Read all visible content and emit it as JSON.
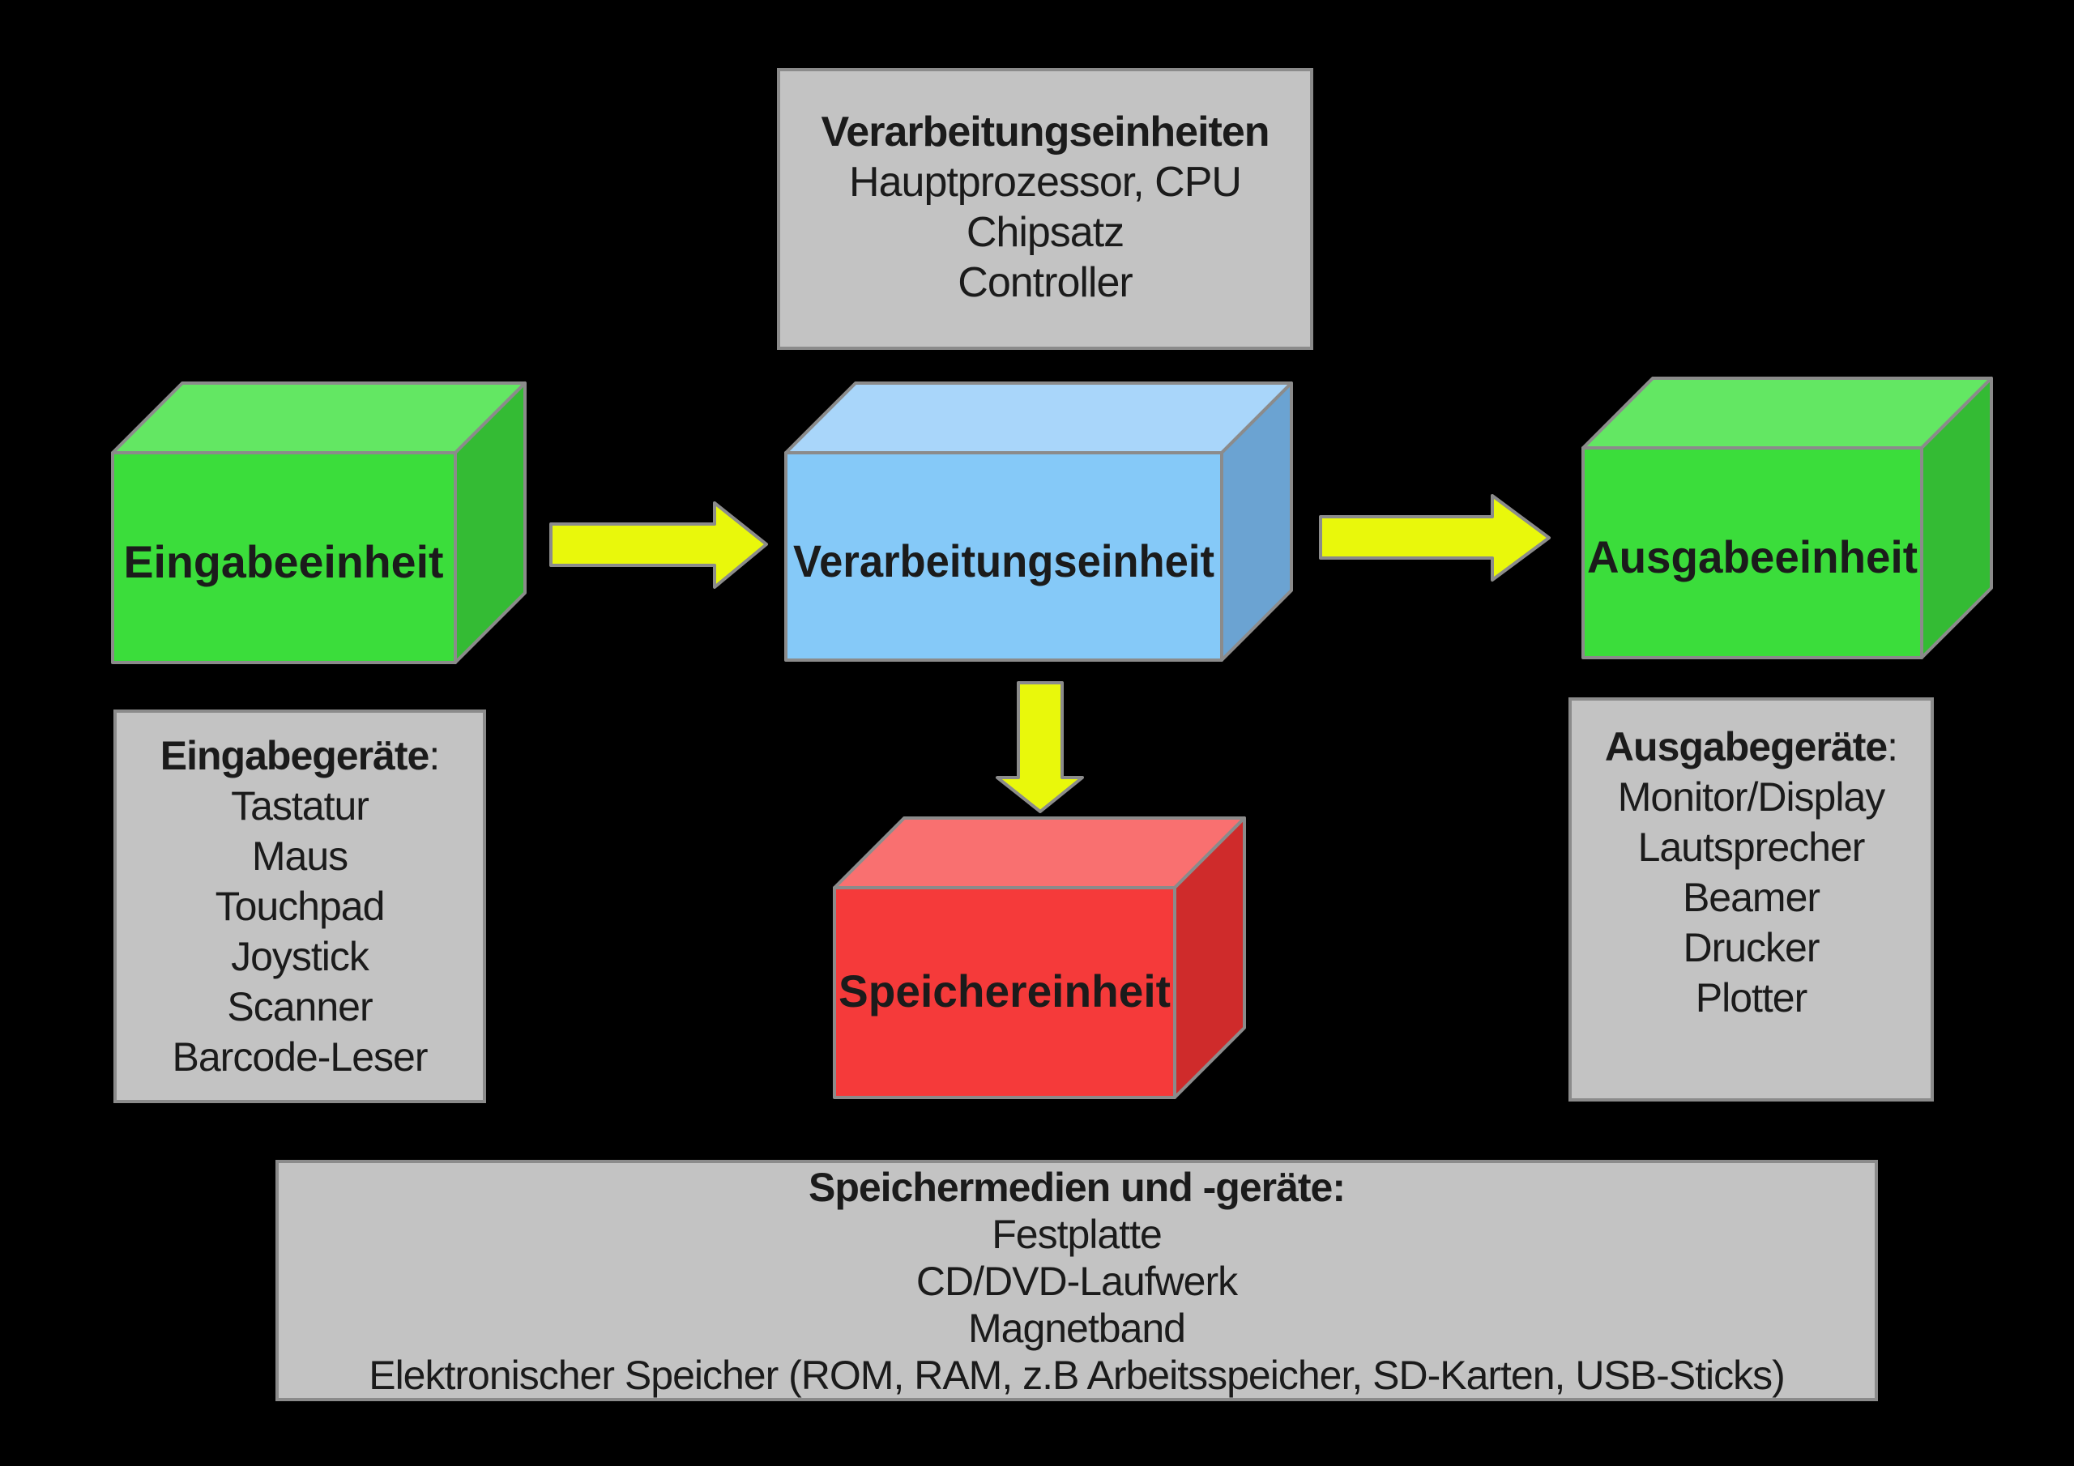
{
  "colors": {
    "background": "#000000",
    "panel_fill": "#c3c3c3",
    "panel_border": "#8b8b8b",
    "edge_stroke": "#8b8b8b",
    "text": "#1b1b1b",
    "arrow_fill": "#e9f80b",
    "green_front": "#3bdd3b",
    "green_top": "#63e763",
    "green_side": "#34bb34",
    "blue_front": "#85c9f8",
    "blue_top": "#a9d6fa",
    "blue_side": "#6ba3d2",
    "red_front": "#f53a3a",
    "red_top": "#f97070",
    "red_side": "#cf2b2b"
  },
  "units": {
    "input": "Eingabeeinheit",
    "processing": "Verarbeitungseinheit",
    "output": "Ausgabeeinheit",
    "storage": "Speichereinheit"
  },
  "panels": {
    "processing_info": {
      "heading": "Verarbeitungseinheiten",
      "items": [
        "Hauptprozessor, CPU",
        "Chipsatz",
        "Controller"
      ]
    },
    "input_devices": {
      "heading": "Eingabegeräte",
      "colon": ":",
      "items": [
        "Tastatur",
        "Maus",
        "Touchpad",
        "Joystick",
        "Scanner",
        "Barcode-Leser"
      ]
    },
    "output_devices": {
      "heading": "Ausgabegeräte",
      "colon": ":",
      "items": [
        "Monitor/Display",
        "Lautsprecher",
        "Beamer",
        "Drucker",
        "Plotter"
      ]
    },
    "storage_media": {
      "heading": "Speichermedien und -geräte:",
      "items": [
        "Festplatte",
        "CD/DVD-Laufwerk",
        "Magnetband",
        "Elektronischer Speicher (ROM, RAM, z.B Arbeitsspeicher, SD-Karten, USB-Sticks)"
      ]
    }
  }
}
